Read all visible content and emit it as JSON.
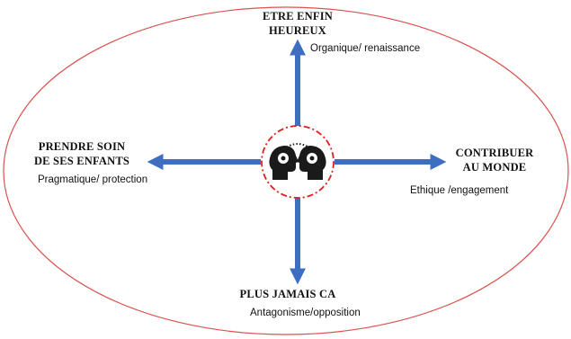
{
  "colors": {
    "ellipse": "#d9534f",
    "arrow": "#3e6ec2",
    "arrow_stroke": "#1f4a96",
    "center_ring": "#e02020",
    "heads": "#1a1a1a"
  },
  "icons": {
    "center": "two-heads-exchange-icon"
  },
  "nodes": {
    "top": {
      "title_line1": "ETRE ENFIN",
      "title_line2": "HEUREUX",
      "subtitle": "Organique/ renaissance"
    },
    "left": {
      "title_line1": "PRENDRE SOIN",
      "title_line2": "DE SES ENFANTS",
      "subtitle": "Pragmatique/ protection"
    },
    "right": {
      "title_line1": "CONTRIBUER",
      "title_line2": "AU MONDE",
      "subtitle": "Ethique /engagement"
    },
    "bottom": {
      "title_line1": "PLUS JAMAIS CA",
      "subtitle": "Antagonisme/opposition"
    }
  }
}
